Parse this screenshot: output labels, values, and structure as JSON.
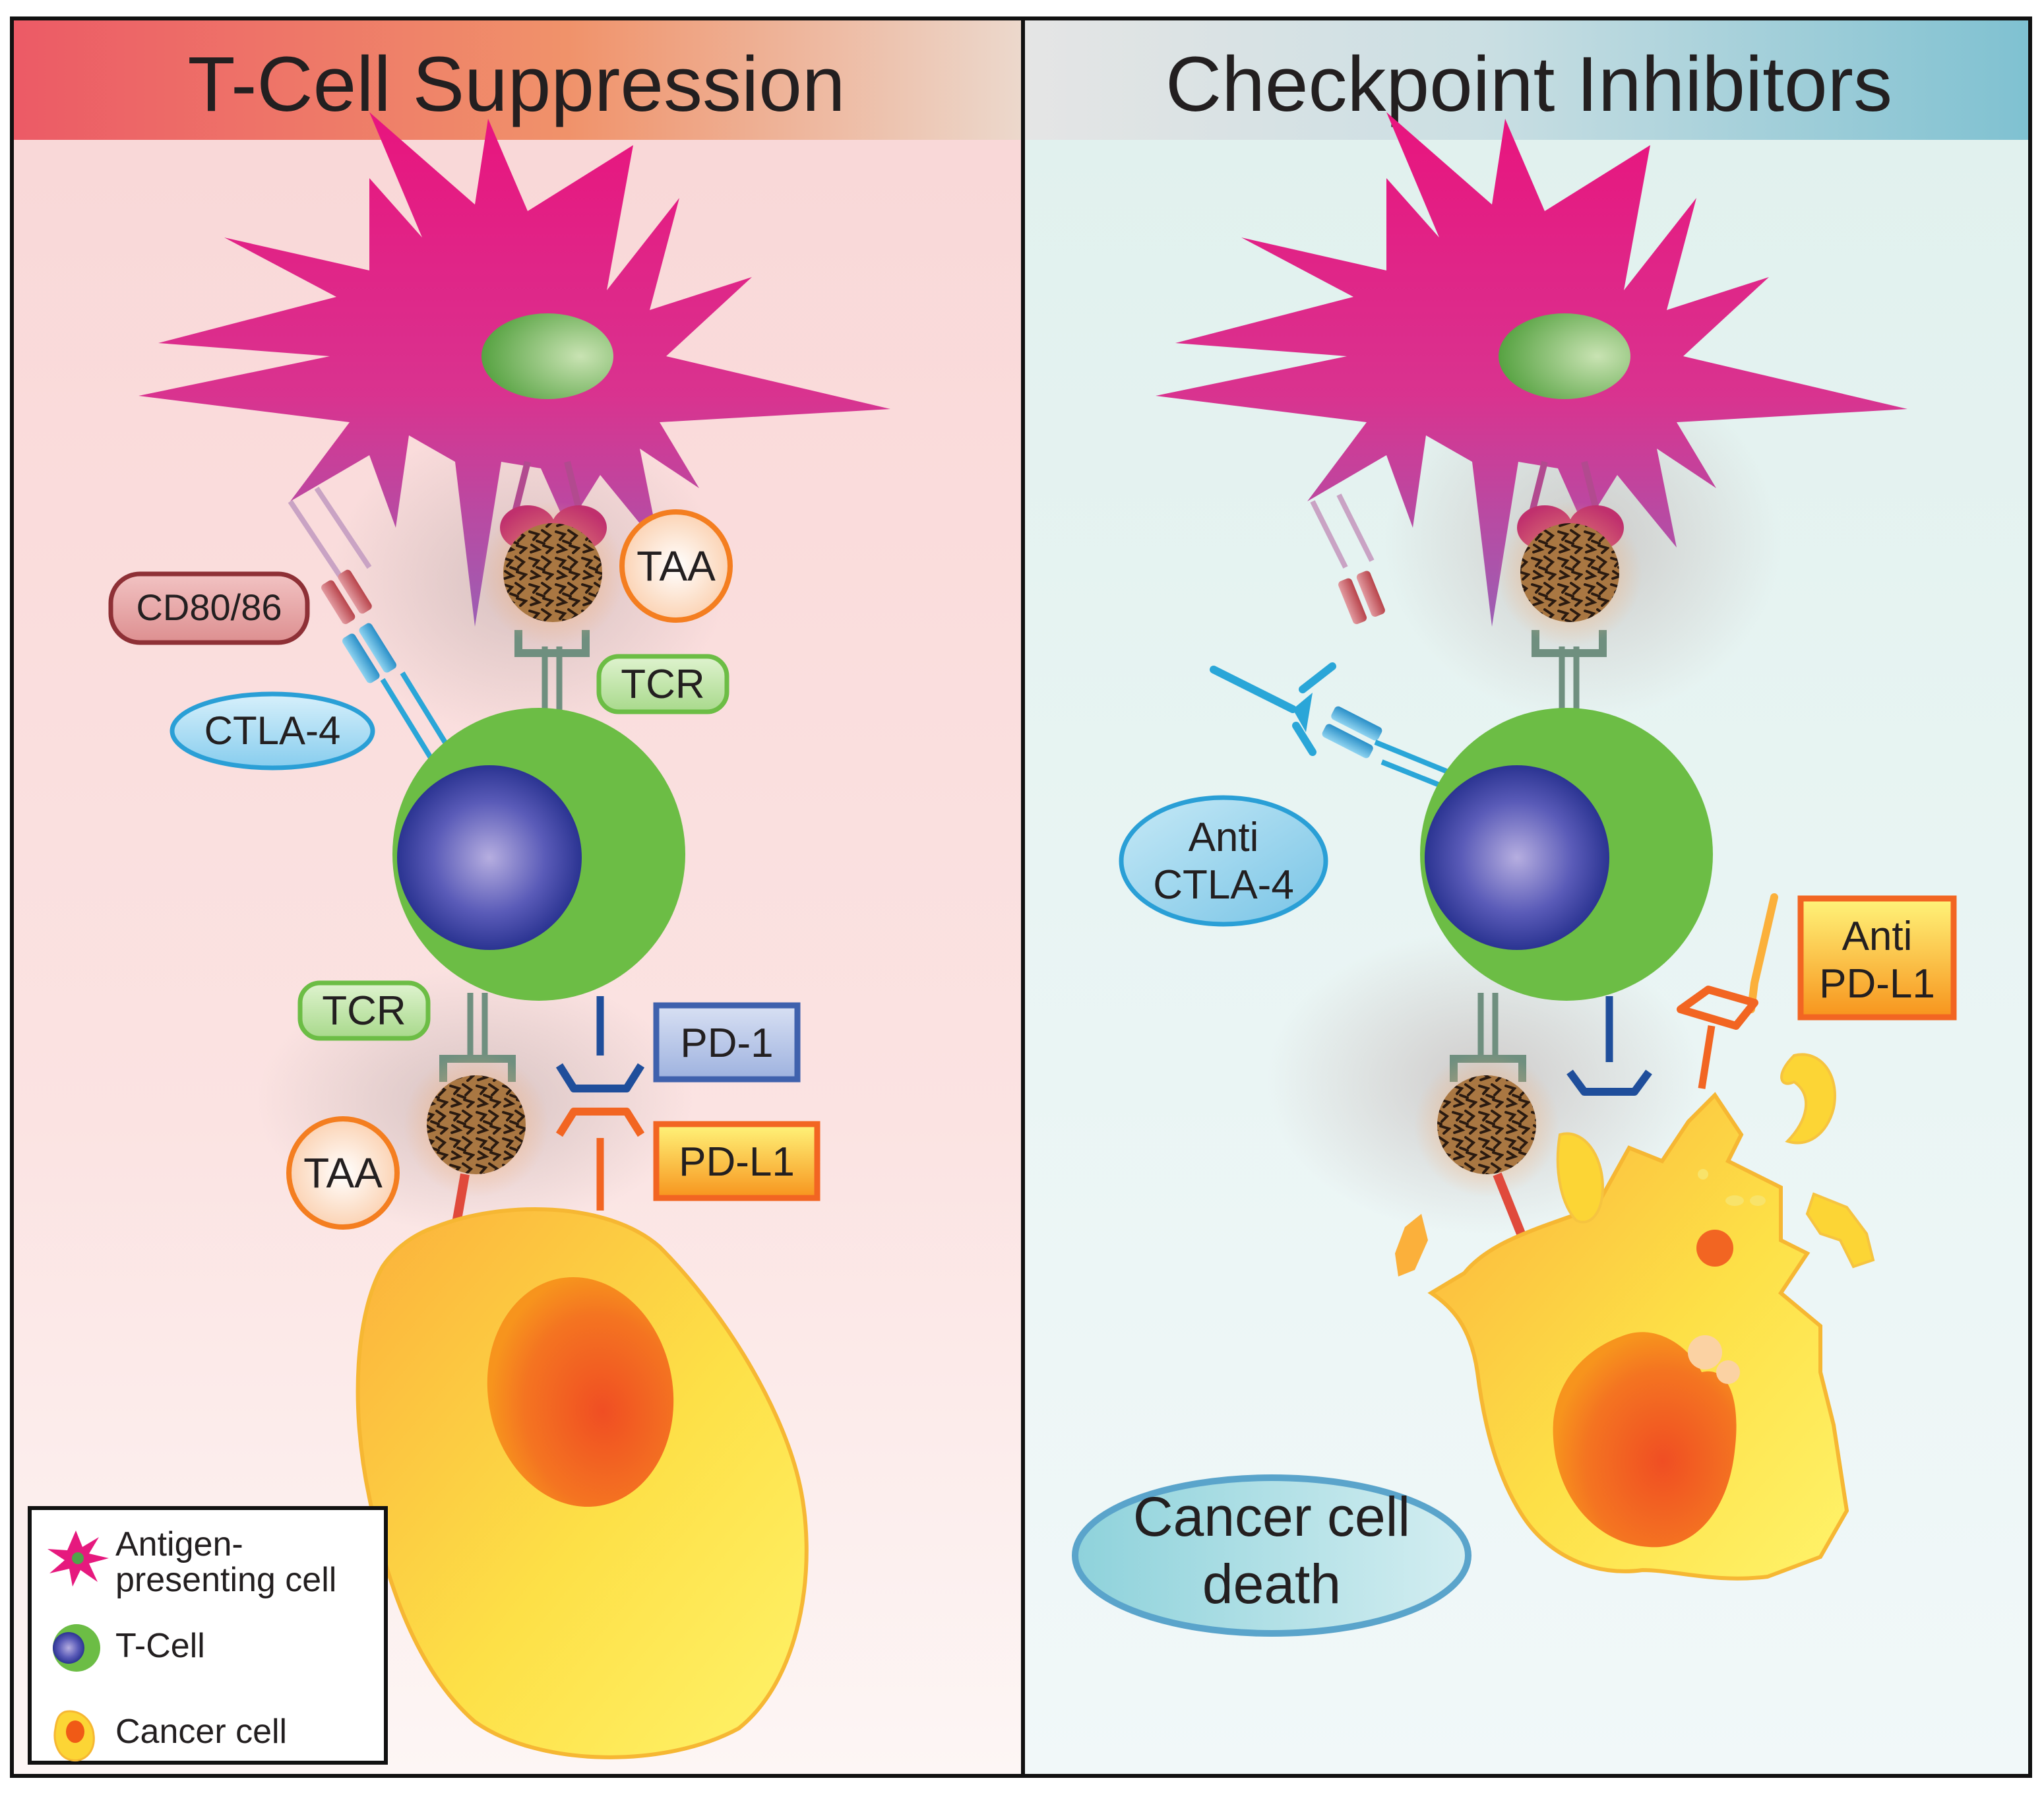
{
  "panels": {
    "left": {
      "title": "T-Cell Suppression"
    },
    "right": {
      "title": "Checkpoint Inhibitors"
    }
  },
  "labels": {
    "cd80_86": "CD80/86",
    "ctla4": "CTLA-4",
    "taa_top": "TAA",
    "tcr_top": "TCR",
    "tcr_bottom": "TCR",
    "taa_bottom": "TAA",
    "pd1": "PD-1",
    "pdl1": "PD-L1",
    "anti_ctla4_line1": "Anti",
    "anti_ctla4_line2": "CTLA-4",
    "anti_pdl1_line1": "Anti",
    "anti_pdl1_line2": "PD-L1",
    "death_line1": "Cancer cell",
    "death_line2": "death"
  },
  "legend": {
    "apc_line1": "Antigen-",
    "apc_line2": "presenting cell",
    "tcell": "T-Cell",
    "cancer": "Cancer cell"
  },
  "colors": {
    "apc": "#e6197e",
    "tcell_body": "#6cbd45",
    "tcell_nucleus": "#2a3591",
    "cancer_body": "#fcd535",
    "cancer_nucleus": "#f05a16",
    "ctla4": "#2aa6d8",
    "cd80": "#c3474f",
    "pd1": "#1f4e9b",
    "pdl1": "#f26522",
    "taa": "#f47e20"
  }
}
